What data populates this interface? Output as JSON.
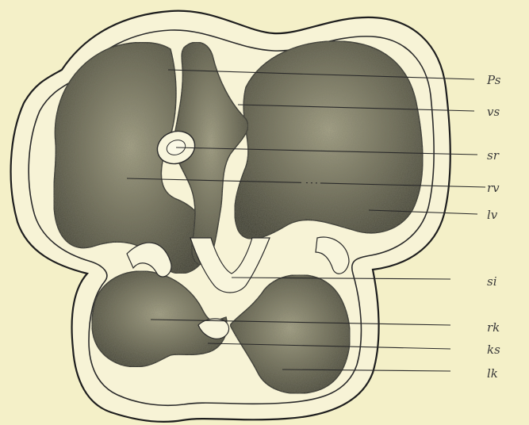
{
  "figure": {
    "background_color": "#f4f0c8",
    "ink_color": "#1e1e1e",
    "labels": [
      {
        "key": "Ps",
        "text": "Ps"
      },
      {
        "key": "vs",
        "text": "vs"
      },
      {
        "key": "sr",
        "text": "sr"
      },
      {
        "key": "rv",
        "text": "rv"
      },
      {
        "key": "lv",
        "text": "lv"
      },
      {
        "key": "si",
        "text": "si"
      },
      {
        "key": "rk",
        "text": "rk"
      },
      {
        "key": "ks",
        "text": "ks"
      },
      {
        "key": "lk",
        "text": "lk"
      }
    ]
  }
}
